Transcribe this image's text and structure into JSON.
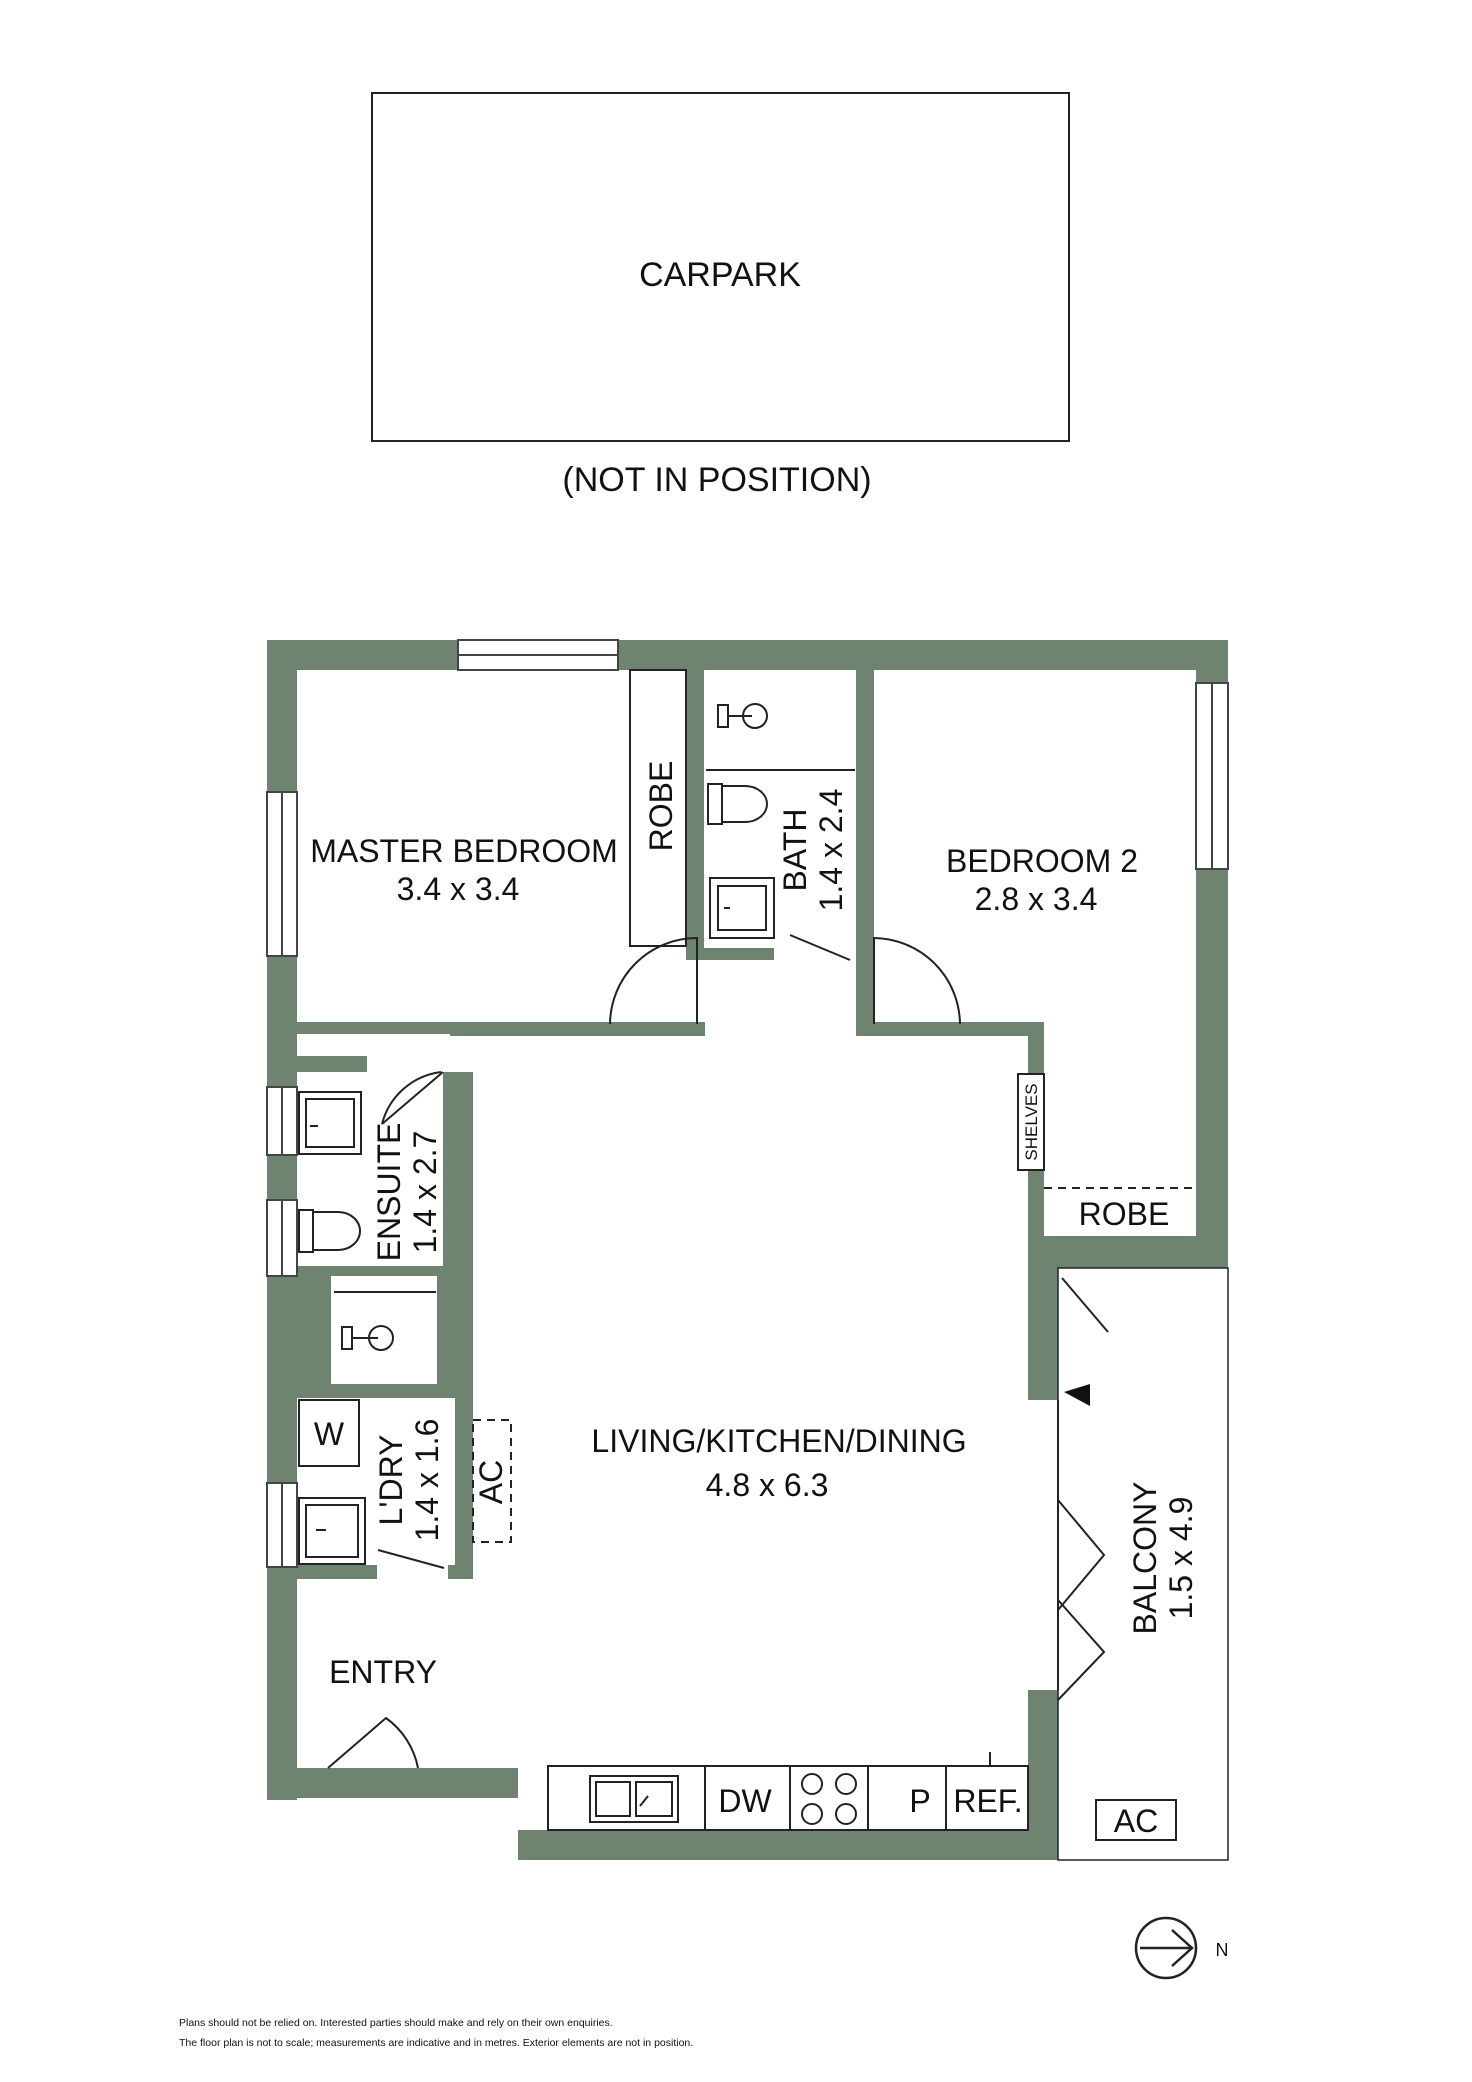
{
  "carpark": {
    "label": "CARPARK",
    "note": "(NOT IN POSITION)"
  },
  "rooms": {
    "master_bedroom": {
      "name": "MASTER BEDROOM",
      "size": "3.4 x 3.4"
    },
    "bedroom2": {
      "name": "BEDROOM 2",
      "size": "2.8 x 3.4"
    },
    "bath": {
      "name": "BATH",
      "size": "1.4 x 2.4"
    },
    "ensuite": {
      "name": "ENSUITE",
      "size": "1.4 x 2.7"
    },
    "laundry": {
      "name": "L'DRY",
      "size": "1.4 x 1.6"
    },
    "living": {
      "name": "LIVING/KITCHEN/DINING",
      "size": "4.8 x 6.3"
    },
    "balcony": {
      "name": "BALCONY",
      "size": "1.5 x 4.9"
    },
    "entry": {
      "name": "ENTRY"
    }
  },
  "fixtures": {
    "robe_master": "ROBE",
    "robe_bed2": "ROBE",
    "shelves": "SHELVES",
    "washer": "W",
    "ac_laundry": "AC",
    "ac_balcony": "AC",
    "dishwasher": "DW",
    "pantry": "P",
    "fridge": "REF."
  },
  "compass": {
    "label": "N"
  },
  "disclaimer": {
    "line1": "Plans should not be relied on. Interested parties should make and rely on their own enquiries.",
    "line2": "The floor plan is not to scale; measurements are indicative and in metres. Exterior elements are not in position."
  }
}
